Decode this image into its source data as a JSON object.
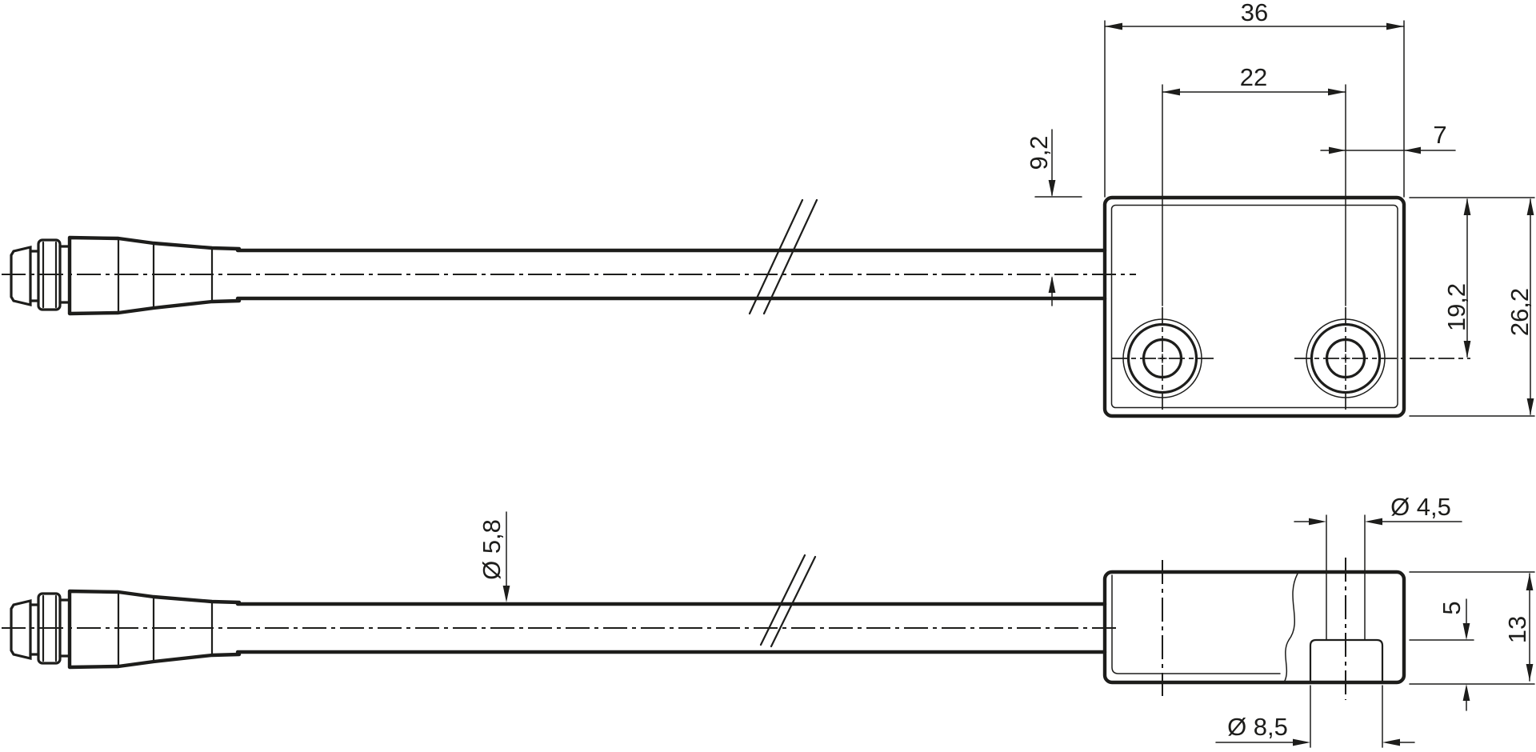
{
  "drawing": {
    "type": "technical-dimension-drawing",
    "background_color": "#ffffff",
    "line_color": "#1d1d1b",
    "top_view": {
      "description": "sensor head front view with two mounting holes and cable",
      "dims": {
        "body_width": "36",
        "hole_spacing": "22",
        "hole_to_edge": "7",
        "cable_axis_offset": "9,2",
        "hole_axis_offset": "19,2",
        "body_height": "26,2"
      }
    },
    "side_view": {
      "description": "sensor head side view with counterbored mounting hole section",
      "dims": {
        "cable_diameter": "Ø 5,8",
        "through_hole_diameter": "Ø 4,5",
        "counterbore_depth": "5",
        "body_thickness": "13",
        "counterbore_diameter": "Ø 8,5"
      }
    }
  }
}
